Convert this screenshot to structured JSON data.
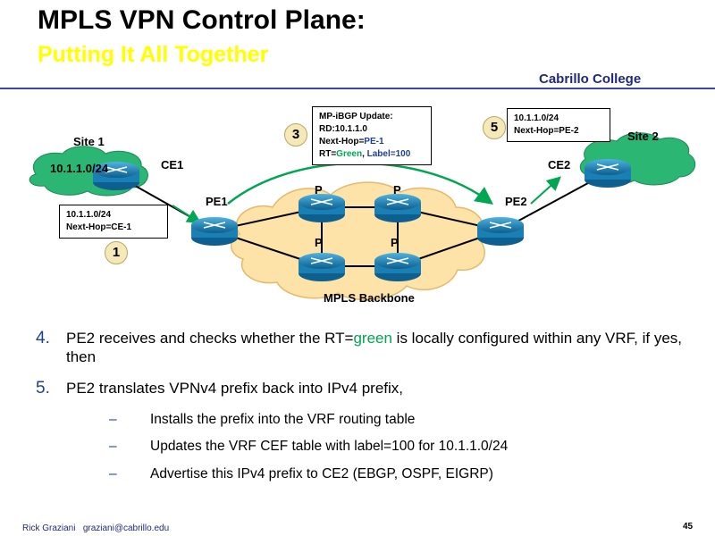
{
  "slide": {
    "title": "MPLS VPN Control Plane:",
    "subtitle": "Putting It All Together",
    "brand": "Cabrillo College",
    "page_number": "45",
    "footer": {
      "author": "Rick Graziani",
      "email": "graziani@cabrillo.edu"
    }
  },
  "diagram": {
    "site1": "Site 1",
    "site2": "Site 2",
    "site1_prefix": "10.1.1.0/24",
    "backbone": "MPLS Backbone",
    "routers": {
      "ce1": "CE1",
      "ce2": "CE2",
      "pe1": "PE1",
      "pe2": "PE2",
      "p": "P"
    },
    "box1": {
      "line1": "10.1.1.0/24",
      "line2": "Next-Hop=CE-1"
    },
    "box3": {
      "line1": "MP-iBGP Update:",
      "line2": "RD:10.1.1.0",
      "line3_prefix": "Next-Hop=",
      "line3_value": "PE-1",
      "line4_rt": "RT=",
      "line4_rt_value": "Green",
      "line4_sep": ", ",
      "line4_label": "Label=100"
    },
    "box5": {
      "line1": "10.1.1.0/24",
      "line2": "Next-Hop=PE-2"
    },
    "steps": {
      "s1": "1",
      "s3": "3",
      "s5": "5"
    },
    "colors": {
      "cloud_site": "#2bb673",
      "cloud_backbone": "#fde3a7",
      "router": "#1a7fb3",
      "arrow": "#00a651"
    }
  },
  "bullets": {
    "b4": {
      "num": "4.",
      "pre": "PE2 receives and checks whether the RT=",
      "hl": "green",
      "post": " is locally configured within any VRF, if yes, then"
    },
    "b5": {
      "num": "5.",
      "text": "PE2 translates VPNv4 prefix back into IPv4 prefix,"
    },
    "dash": "–",
    "sub1": "Installs the prefix into the VRF routing table",
    "sub2": "Updates the VRF CEF table with label=100 for 10.1.1.0/24",
    "sub3": "Advertise this IPv4 prefix to CE2 (EBGP, OSPF, EIGRP)"
  }
}
